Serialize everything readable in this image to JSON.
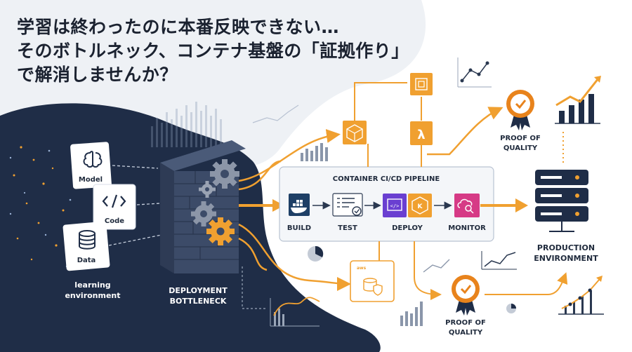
{
  "headline": {
    "line1": "学習は終わったのに本番反映できない…",
    "line2": "そのボトルネック、コンテナ基盤の「証拠作り」",
    "line3": "で解消しませんか？"
  },
  "learning_env": {
    "model_label": "Model",
    "code_label": "Code",
    "data_label": "Data",
    "caption_line1": "learning",
    "caption_line2": "environment"
  },
  "bottleneck": {
    "line1": "DEPLOYMENT",
    "line2": "BOTTLENECK"
  },
  "pipeline": {
    "title": "CONTAINER CI/CD PIPELINE",
    "stages": [
      {
        "label": "BUILD",
        "icon": "docker-icon",
        "color": "#1e3f66"
      },
      {
        "label": "TEST",
        "icon": "checklist-icon",
        "color": "#ffffff"
      },
      {
        "label": "DEPLOY",
        "icon": "deploy-icon",
        "color": "#6a3fd1"
      },
      {
        "label": "MONITOR",
        "icon": "monitor-search-icon",
        "color": "#d63a86"
      }
    ]
  },
  "quality_top": {
    "line1": "PROOF OF",
    "line2": "QUALITY"
  },
  "quality_bottom": {
    "line1": "PROOF OF",
    "line2": "QUALITY"
  },
  "production": {
    "line1": "PRODUCTION",
    "line2": "ENVIRONMENT"
  },
  "colors": {
    "navy": "#1f2d47",
    "orange": "#f0a030",
    "dark_orange": "#e8831c",
    "light_bg": "#eef1f5"
  }
}
